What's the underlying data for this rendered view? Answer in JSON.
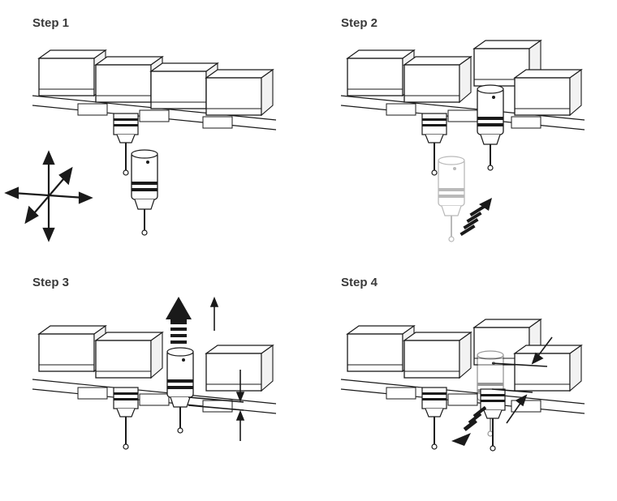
{
  "steps": [
    {
      "title": "Step 1"
    },
    {
      "title": "Step 2"
    },
    {
      "title": "Step 3"
    },
    {
      "title": "Step 4"
    }
  ],
  "colors": {
    "line": "#1a1a1a",
    "fill": "#ffffff",
    "ghost": "#bdbdbd",
    "text": "#3a3a3a"
  }
}
